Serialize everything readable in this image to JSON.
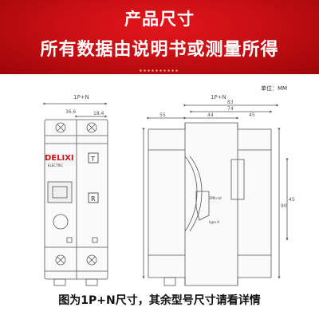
{
  "banner": {
    "title": "产品尺寸",
    "subtitle": "所有数据由说明书或测量所得",
    "color": "#c80f14"
  },
  "unit_label": "单位：MM",
  "front_view": {
    "top_label": "1P+N",
    "dim_total": "36.6",
    "dim_half": "18.4",
    "brand": "DELIXI",
    "brand_sub": "ELECTRIC",
    "test_button": "T",
    "reset_button": "R"
  },
  "side_view": {
    "top_label": "1P+N",
    "dim_outer": "83",
    "dim_inner": "74",
    "dim_left": "55",
    "dim_mid": "44",
    "dim_right": "45",
    "side_dim": "90",
    "side_dim2": "45",
    "label_text": "1PN rcd",
    "label_sub": "type A"
  },
  "caption": "图为1P+N尺寸，其余型号尺寸请看详情"
}
